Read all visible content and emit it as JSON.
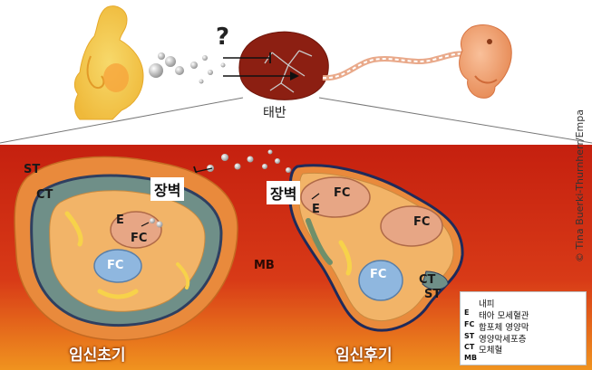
{
  "labels": {
    "question_mark": "?",
    "placenta": "태반",
    "wall_early": "장벽",
    "wall_late": "장벽",
    "phase_early": "임신초기",
    "phase_late": "임신후기",
    "mb": "MB",
    "credit": "© Tina Buerki-Thurnherr/Empa"
  },
  "cells_early": {
    "st": "ST",
    "ct": "CT",
    "e": "E",
    "fc1": "FC",
    "fc2": "FC"
  },
  "cells_late": {
    "fc1": "FC",
    "e": "E",
    "fc2": "FC",
    "fc3": "FC",
    "ct": "CT",
    "st": "ST"
  },
  "legend": [
    {
      "key": "",
      "label": "내피"
    },
    {
      "key": "E",
      "label": "태아 모세혈관"
    },
    {
      "key": "FC",
      "label": "합포체 영양막"
    },
    {
      "key": "ST",
      "label": "영양막세포층"
    },
    {
      "key": "CT",
      "label": "모체혈"
    },
    {
      "key": "MB",
      "label": ""
    }
  ],
  "colors": {
    "maternal_blood": "#d62a14",
    "syncytio": "#e9a25c",
    "stroma": "#f0b46a",
    "cytotrophoblast": "#8aa394",
    "fetal_capillary": "#e7a685",
    "pregnant_woman": "#f4c84a",
    "placenta": "#8c1f12",
    "fetus": "#f0a270",
    "particle": "#b9b9b9"
  }
}
